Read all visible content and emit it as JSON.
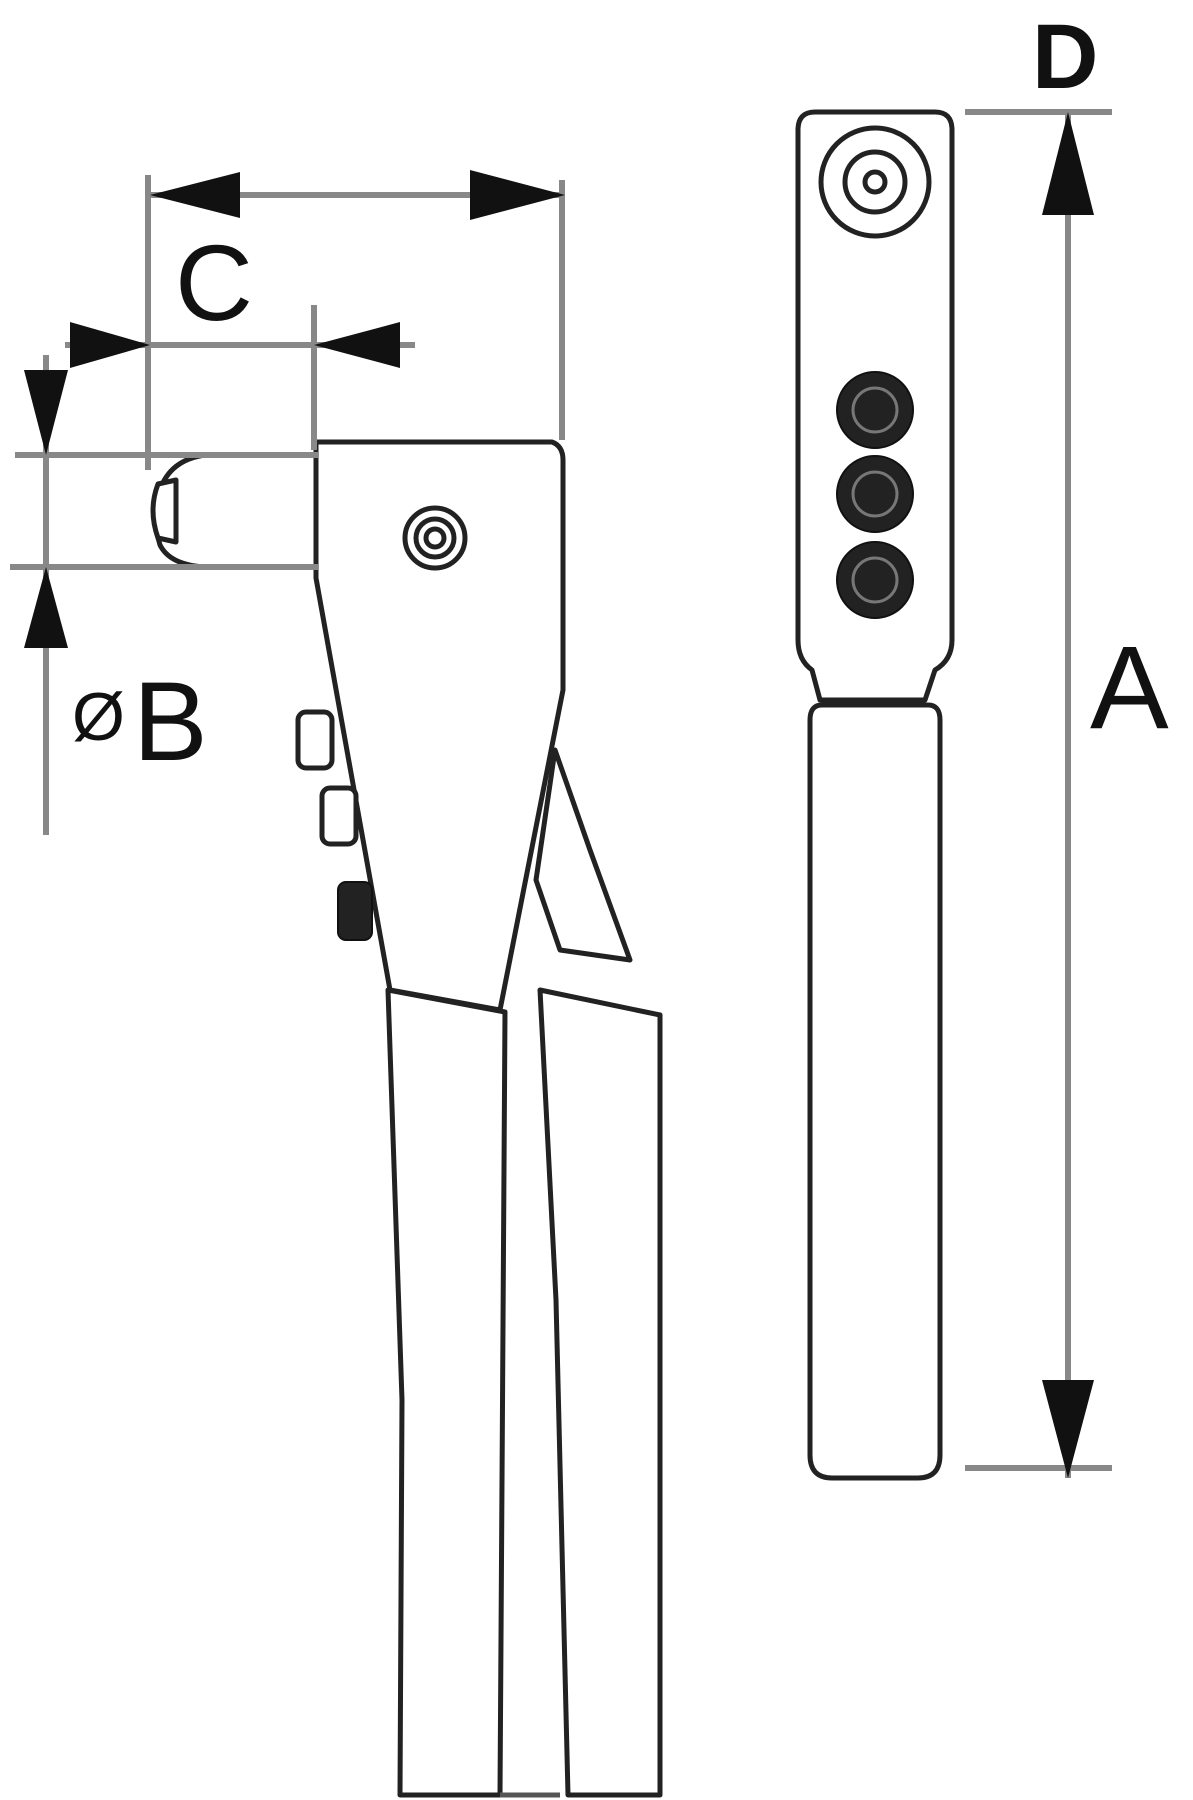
{
  "diagram": {
    "labels": {
      "a": "A",
      "b_symbol": "Ø",
      "b": "B",
      "c": "C",
      "d": "D"
    }
  }
}
